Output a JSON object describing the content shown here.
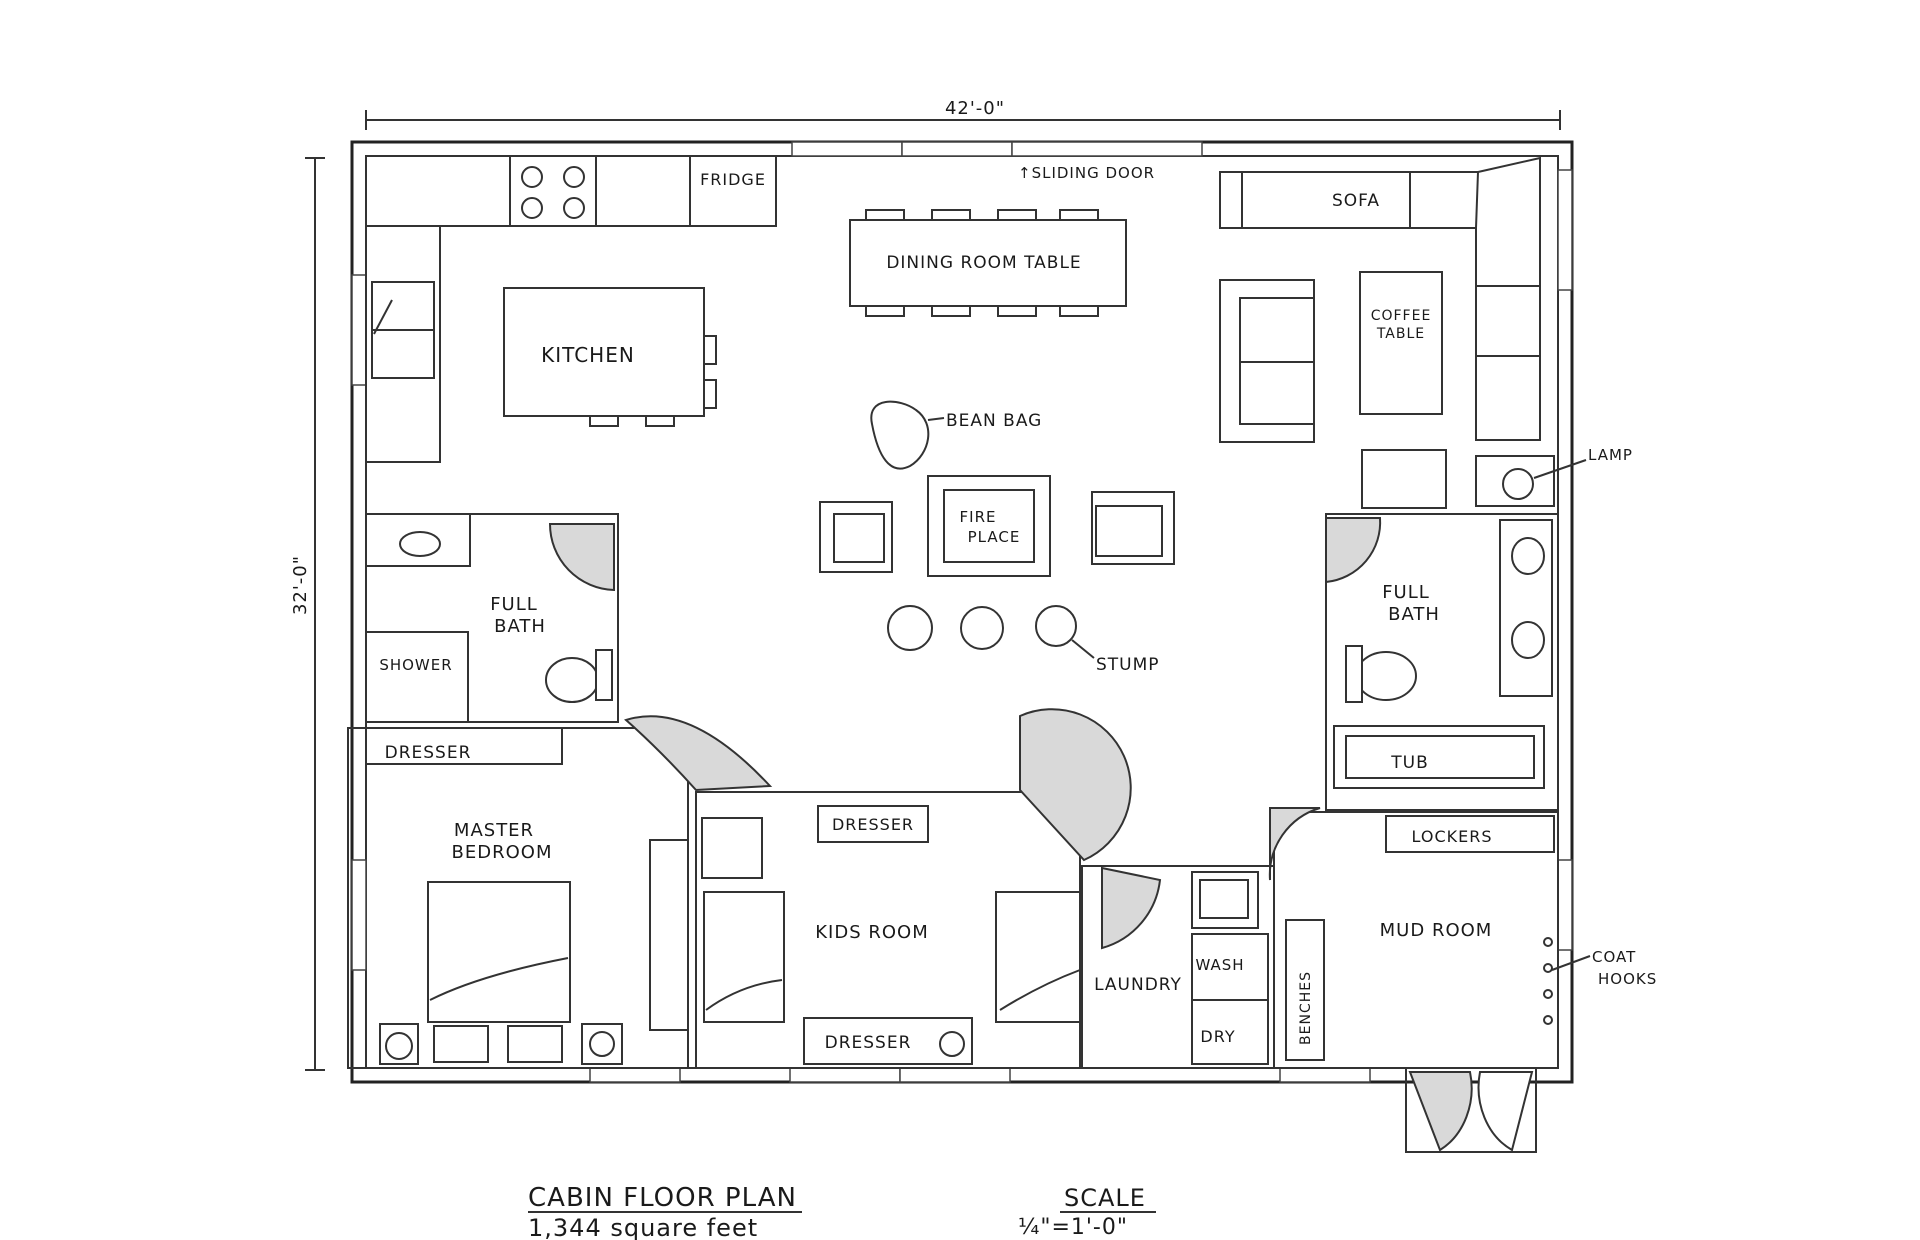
{
  "colors": {
    "ink": "#222222",
    "paper": "#ffffff",
    "door_fill": "#d9d9d9"
  },
  "dimensions": {
    "width": "42'-0\"",
    "depth": "32'-0\""
  },
  "rooms": {
    "kitchen": "KITCHEN",
    "fridge": "FRIDGE",
    "sliding_door": "↑SLIDING DOOR",
    "dining_table": "DINING ROOM TABLE",
    "sofa": "SOFA",
    "coffee_table_1": "COFFEE",
    "coffee_table_2": "TABLE",
    "bean_bag": "BEAN BAG",
    "fireplace_1": "FIRE",
    "fireplace_2": "PLACE",
    "lamp": "LAMP",
    "stump": "STUMP",
    "full_bath_left_1": "FULL",
    "full_bath_left_2": "BATH",
    "shower": "SHOWER",
    "full_bath_right_1": "FULL",
    "full_bath_right_2": "BATH",
    "tub": "TUB",
    "dresser_master": "DRESSER",
    "master_1": "MASTER",
    "master_2": "BEDROOM",
    "dresser_kids_top": "DRESSER",
    "kids_room": "KIDS ROOM",
    "dresser_kids_bottom": "DRESSER",
    "laundry": "LAUNDRY",
    "wash": "WASH",
    "dry": "DRY",
    "benches": "BENCHES",
    "lockers": "LOCKERS",
    "mud_room": "MUD ROOM",
    "coat_hooks_1": "COAT",
    "coat_hooks_2": "HOOKS"
  },
  "footer": {
    "title": "CABIN FLOOR PLAN",
    "area": "1,344 square feet",
    "scale_heading": "SCALE",
    "scale_value": "¼\"=1'-0\""
  }
}
